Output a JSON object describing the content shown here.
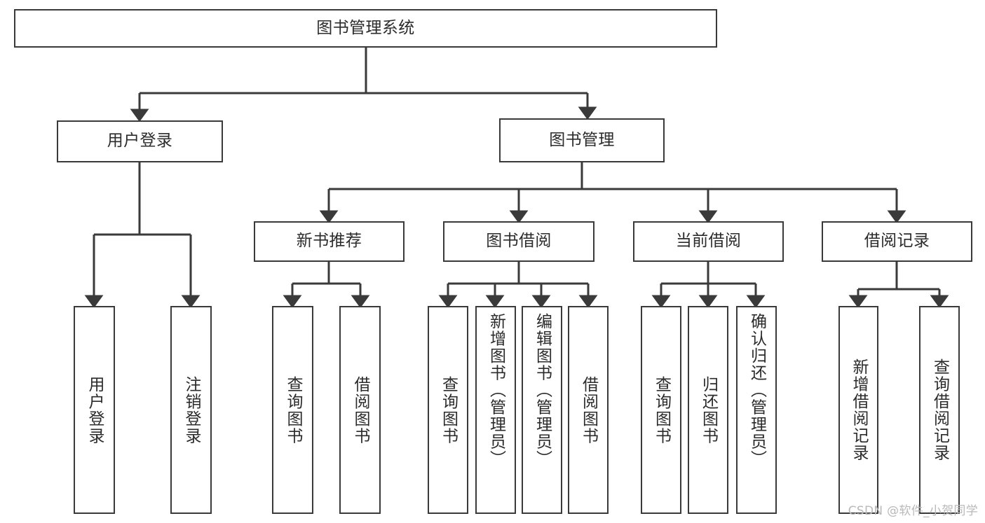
{
  "diagram": {
    "title": "图书管理系统",
    "type": "tree-hierarchy-chart",
    "watermark": "CSDN @软件_小贺同学",
    "colors": {
      "stroke": "#3a3a3a",
      "box_fill": "#ffffff",
      "text": "#2b2b2b",
      "watermark": "#b9b9b9",
      "background": "#ffffff"
    },
    "root": {
      "label": "图书管理系统"
    },
    "level2": [
      {
        "id": "user-login",
        "label": "用户登录"
      },
      {
        "id": "book-management",
        "label": "图书管理"
      }
    ],
    "level3": [
      {
        "id": "new-book-recommend",
        "label": "新书推荐"
      },
      {
        "id": "book-borrow",
        "label": "图书借阅"
      },
      {
        "id": "current-borrow",
        "label": "当前借阅"
      },
      {
        "id": "borrow-record",
        "label": "借阅记录"
      }
    ],
    "leaves": {
      "user_login": [
        {
          "id": "leaf-user-login",
          "label": "用户登录"
        },
        {
          "id": "leaf-logout-login",
          "label": "注销登录"
        }
      ],
      "new_book_recommend": [
        {
          "id": "leaf-query-book-1",
          "label": "查询图书"
        },
        {
          "id": "leaf-borrow-book-1",
          "label": "借阅图书"
        }
      ],
      "book_borrow": [
        {
          "id": "leaf-query-book-2",
          "label": "查询图书"
        },
        {
          "id": "leaf-add-book",
          "label": "新增图书（管理员）"
        },
        {
          "id": "leaf-edit-book",
          "label": "编辑图书（管理员）"
        },
        {
          "id": "leaf-borrow-book-2",
          "label": "借阅图书"
        }
      ],
      "current_borrow": [
        {
          "id": "leaf-query-book-3",
          "label": "查询图书"
        },
        {
          "id": "leaf-return-book",
          "label": "归还图书"
        },
        {
          "id": "leaf-confirm-return",
          "label": "确认归还（管理员）"
        }
      ],
      "borrow_record": [
        {
          "id": "leaf-add-record",
          "label": "新增借阅记录"
        },
        {
          "id": "leaf-query-record",
          "label": "查询借阅记录"
        }
      ]
    }
  }
}
